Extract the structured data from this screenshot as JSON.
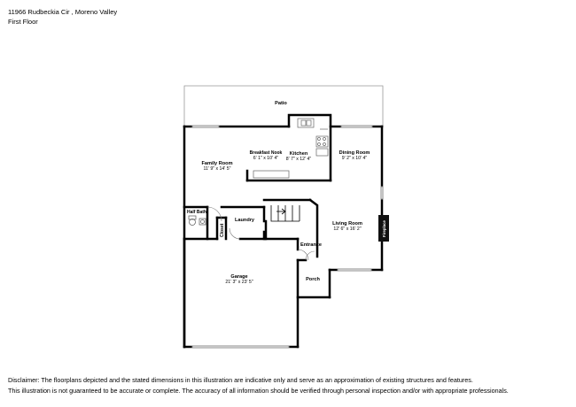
{
  "header": {
    "address": "11966 Rudbeckia Cir , Moreno Valley",
    "floor": "First Floor"
  },
  "rooms": {
    "patio": {
      "name": "Patio"
    },
    "family_room": {
      "name": "Family Room",
      "dims": "11' 9\" x 14' 5\""
    },
    "breakfast_nook": {
      "name": "Breakfast Nook",
      "dims": "6' 1\" x 10' 4\""
    },
    "kitchen": {
      "name": "Kitchen",
      "dims": "8' 7\" x 12' 4\""
    },
    "dining_room": {
      "name": "Dining Room",
      "dims": "9' 2\" x 10' 4\""
    },
    "half_bath": {
      "name": "Half Bath"
    },
    "laundry": {
      "name": "Laundry"
    },
    "closet": {
      "name": "Closet"
    },
    "living_room": {
      "name": "Living Room",
      "dims": "12' 6\" x 16' 2\""
    },
    "fireplace": {
      "name": "Fireplace"
    },
    "entrance": {
      "name": "Entrance"
    },
    "garage": {
      "name": "Garage",
      "dims": "21' 3\" x 23' 5\""
    },
    "porch": {
      "name": "Porch"
    }
  },
  "disclaimer": {
    "line1": "Disclaimer: The floorplans depicted and the stated dimensions in this illustration are indicative only and serve as an approximation of existing structures and features.",
    "line2": "This illustration is not guaranteed to be accurate or complete. The accuracy of all information should be verified through personal inspection and/or with appropriate professionals."
  }
}
